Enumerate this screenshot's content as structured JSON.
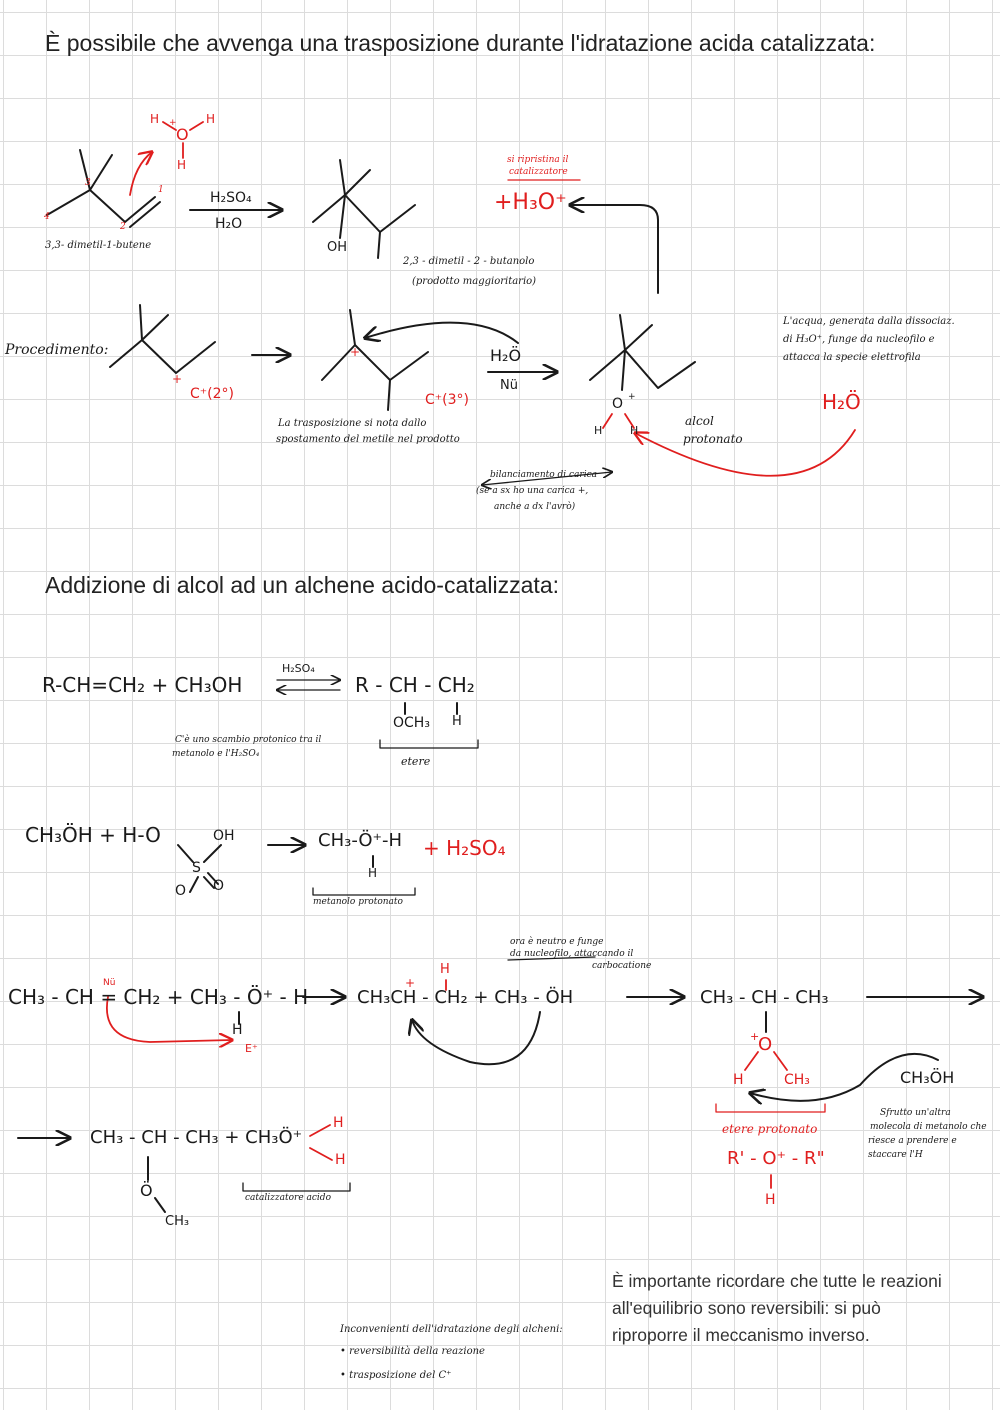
{
  "section1": {
    "title": "È possibile che avvenga una trasposizione durante l'idratazione acida catalizzata:",
    "reactant_name": "3,3- dimetil-1-butene",
    "num1": "1",
    "num2": "2",
    "num3": "3",
    "num4": "4",
    "hydronium_h_left": "H",
    "hydronium_plus": "+",
    "hydronium_o": "O",
    "hydronium_h_right": "H",
    "hydronium_h_bottom": "H",
    "reagent_top": "H₂SO₄",
    "reagent_bottom": "H₂O",
    "oh": "OH",
    "catalyst_note_1": "si ripristina il",
    "catalyst_note_2": "catalizzatore",
    "h3o_plus": "+H₃O⁺",
    "product_name": "2,3 - dimetil - 2 - butanolo",
    "product_note": "(prodotto maggioritario)",
    "procedimento_label": "Procedimento:",
    "cation_plus": "+",
    "carbocation_2": "C⁺(2°)",
    "carbocation_3": "C⁺(3°)",
    "transposition_note_1": "La trasposizione si nota dallo",
    "transposition_note_2": "spostamento del metile nel prodotto",
    "water_reagent": "H₂Ö",
    "water_nu": "Nü",
    "oxonium_o": "O",
    "oxonium_plus": "+",
    "oxonium_h_left": "H",
    "oxonium_h_right": "H",
    "protonated_alcohol_1": "alcol",
    "protonated_alcohol_2": "protonato",
    "water_note_1": "L'acqua, generata dalla dissociaz.",
    "water_note_2": "di H₃O⁺, funge da nucleofilo e",
    "water_note_3": "attacca la specie elettrofila",
    "water_red": "H₂Ö",
    "charge_balance_1": "bilanciamento di carica",
    "charge_balance_2": "(se a sx ho una carica +,",
    "charge_balance_3": "anche a dx l'avrò)",
    "charge_plus": "+,"
  },
  "section2": {
    "title": "Addizione di alcol ad un alchene acido-catalizzata:",
    "eq1_left": "R-CH=CH₂ + CH₃OH",
    "eq1_reagent": "H₂SO₄",
    "eq1_right": "R - CH - CH₂",
    "eq1_och3": "OCH₃",
    "eq1_h": "H",
    "proton_exchange_1": "C'è uno scambio protonico tra il",
    "proton_exchange_2": "metanolo e l'H₂SO₄",
    "ether_label": "etere",
    "eq2_left": "CH₃ÖH + H-O",
    "eq2_oh": "OH",
    "eq2_s": "S",
    "eq2_o_left": "O",
    "eq2_o_right": "O",
    "eq2_product": "CH₃-Ö⁺-H",
    "eq2_product_h": "H",
    "eq2_h2so4": "+ H₂SO₄",
    "protonated_methanol": "metanolo protonato",
    "eq3_nu": "Nü",
    "eq3_left": "CH₃ - CH = CH₂ + CH₃ - Ö⁺ - H",
    "eq3_h": "H",
    "eq3_e_plus": "E⁺",
    "eq3_mid_h": "H",
    "eq3_mid_plus": "+",
    "eq3_mid": "CH₃CH - CH₂ + CH₃ - ÖH",
    "nucleophile_note_1": "ora è neutro e funge",
    "nucleophile_note_2": "da nucleofilo, attaccando il",
    "nucleophile_note_3": "carbocatione",
    "eq3_right": "CH₃ - CH - CH₃",
    "eq3_o_plus": "+",
    "eq3_o": "O",
    "eq3_h_left": "H",
    "eq3_ch3": "CH₃",
    "ch3oh_right": "CH₃ÖH",
    "methanol_note_1": "Sfrutto un'altra",
    "methanol_note_2": "molecola di metanolo che",
    "methanol_note_3": "riesce a prendere e",
    "methanol_note_4": "staccare l'H",
    "protonated_ether": "etere protonato",
    "general_formula": "R' - O⁺ - R\"",
    "general_h": "H",
    "eq4_left": "CH₃ - CH - CH₃ + CH₃Ö⁺",
    "eq4_h1": "H",
    "eq4_h2": "H",
    "eq4_o": "Ö",
    "eq4_ch3": "CH₃",
    "acid_catalyst": "catalizzatore acido",
    "drawbacks_title": "Inconvenienti dell'idratazione degli alcheni:",
    "drawbacks_1": "• reversibilità della reazione",
    "drawbacks_2": "• trasposizione del C⁺",
    "equilibrium_note": "È importante ricordare che tutte le reazioni all'equilibrio sono reversibili: si può riproporre il meccanismo inverso."
  }
}
